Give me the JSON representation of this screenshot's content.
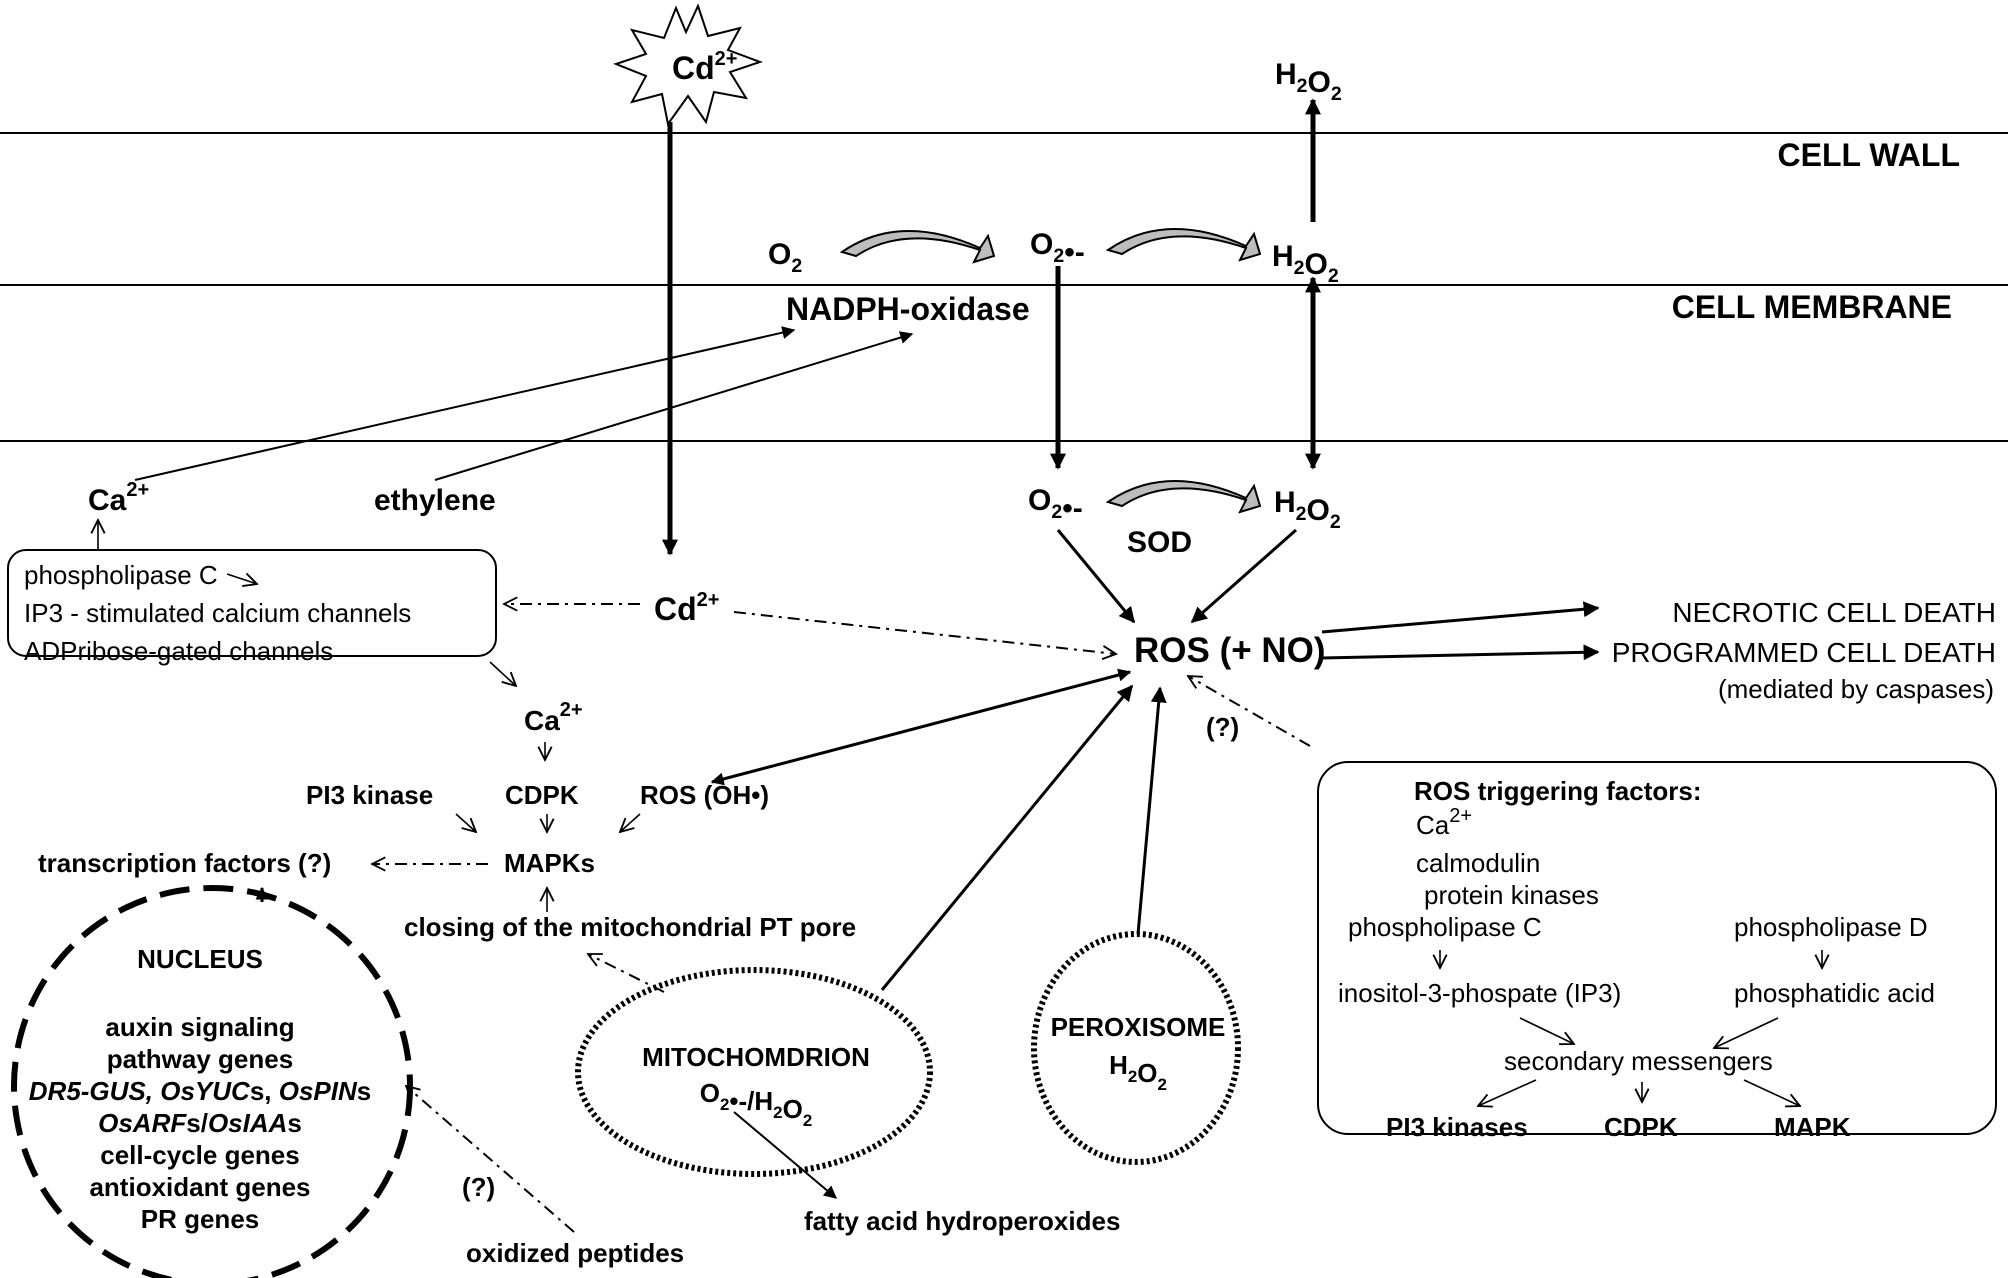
{
  "layers": {
    "cell_wall": "CELL WALL",
    "cell_membrane": "CELL MEMBRANE"
  },
  "species": {
    "cd_top": "Cd",
    "cd_top_charge": "2+",
    "h2o2_top": "H2O2",
    "o2": "O2",
    "superoxide": "O2•-",
    "h2o2_wall": "H2O2",
    "nadph_oxidase": "NADPH-oxidase",
    "ca": "Ca",
    "ca_charge": "2+",
    "ethylene": "ethylene",
    "superoxide_inner": "O2•-",
    "h2o2_inner": "H2O2",
    "sod": "SOD",
    "cd_inner": "Cd",
    "cd_inner_charge": "2+",
    "ros_no": "ROS (+ NO)"
  },
  "channels_box": {
    "line1": "phospholipase C",
    "line2": "IP3 - stimulated calcium channels",
    "line3": "ADPribose-gated channels"
  },
  "signaling": {
    "ca2": "Ca",
    "ca2_charge": "2+",
    "pi3_kinase": "PI3 kinase",
    "cdpk": "CDPK",
    "ros_oh": "ROS (OH•)",
    "mapks": "MAPKs",
    "transcription_factors": "transcription factors (?)",
    "pt_pore": "closing of the mitochondrial PT pore"
  },
  "outcomes": {
    "necrotic": "NECROTIC CELL DEATH",
    "programmed": "PROGRAMMED CELL DEATH",
    "caspases": "(mediated   by caspases)",
    "question": "(?)"
  },
  "nucleus": {
    "title": "NUCLEUS",
    "line1": "auxin signaling",
    "line2": "pathway genes",
    "line3_a": "DR5-GUS, OsYUC",
    "line3_b": "s, ",
    "line3_c": "OsPIN",
    "line3_d": "s",
    "line4_a": "OsARF",
    "line4_b": "s/",
    "line4_c": "OsIAA",
    "line4_d": "s",
    "line5": "cell-cycle genes",
    "line6": "antioxidant genes",
    "line7": "PR genes",
    "question": "(?)",
    "oxidized_peptides": "oxidized peptides"
  },
  "mitochondrion": {
    "title": "MITOCHOMDRION",
    "content": "O2•-/H2O2",
    "fatty_acid": "fatty acid hydroperoxides"
  },
  "peroxisome": {
    "title": "PEROXISOME",
    "content": "H2O2"
  },
  "triggering_box": {
    "title": "ROS triggering factors:",
    "ca": "Ca",
    "ca_charge": "2+",
    "calmodulin": "calmodulin",
    "protein_kinases": "protein kinases",
    "plc": "phospholipase C",
    "pld": "phospholipase D",
    "ip3": "inositol-3-phospate (IP3)",
    "pa": "phosphatidic acid",
    "secondary": "secondary messengers",
    "pi3": "PI3 kinases",
    "cdpk": "CDPK",
    "mapk": "MAPK"
  }
}
